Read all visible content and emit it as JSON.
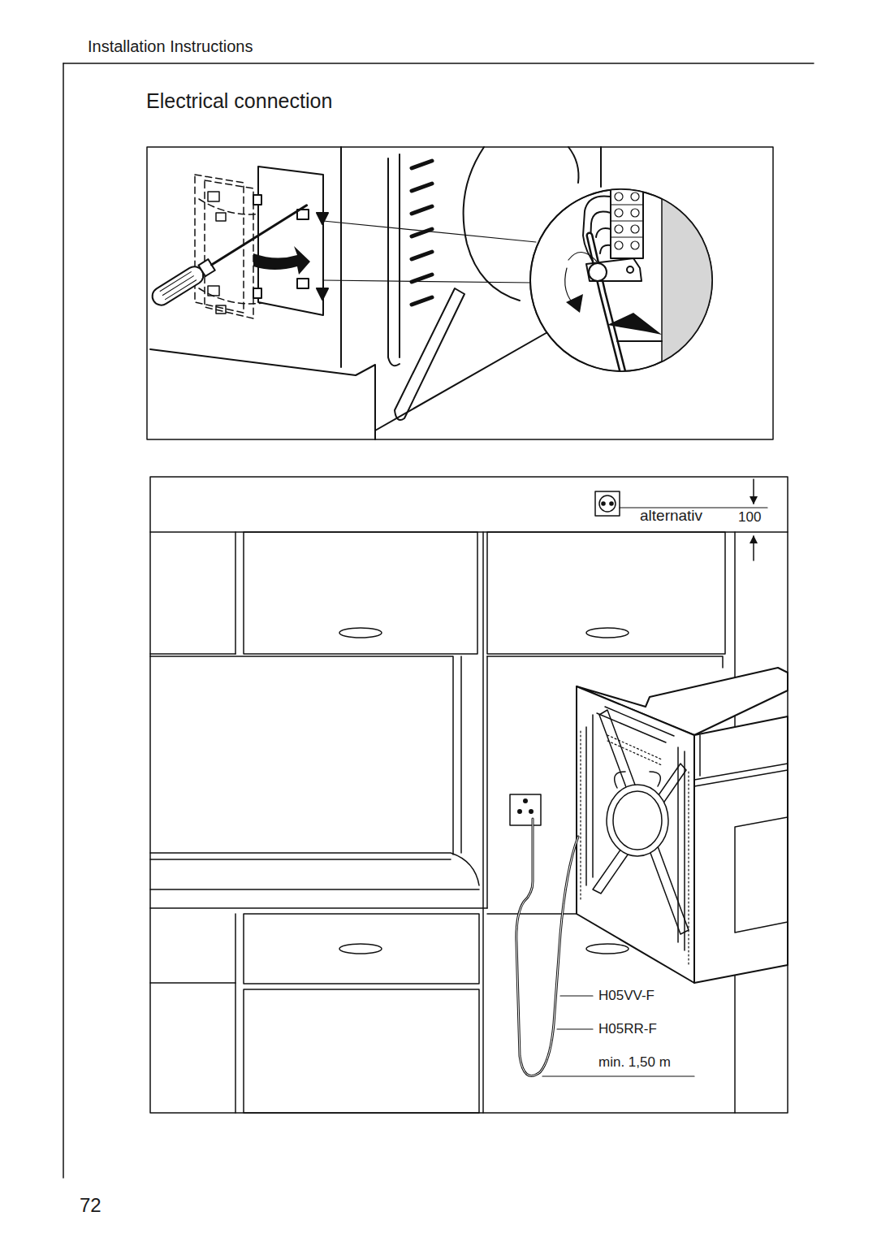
{
  "diagram": {
    "title": "Electrical connection",
    "labels": [
      "Installation Instructions",
      "alternativ",
      "100",
      "H05VV-F",
      "H05RR-F",
      "min. 1,50 m",
      "72"
    ]
  }
}
